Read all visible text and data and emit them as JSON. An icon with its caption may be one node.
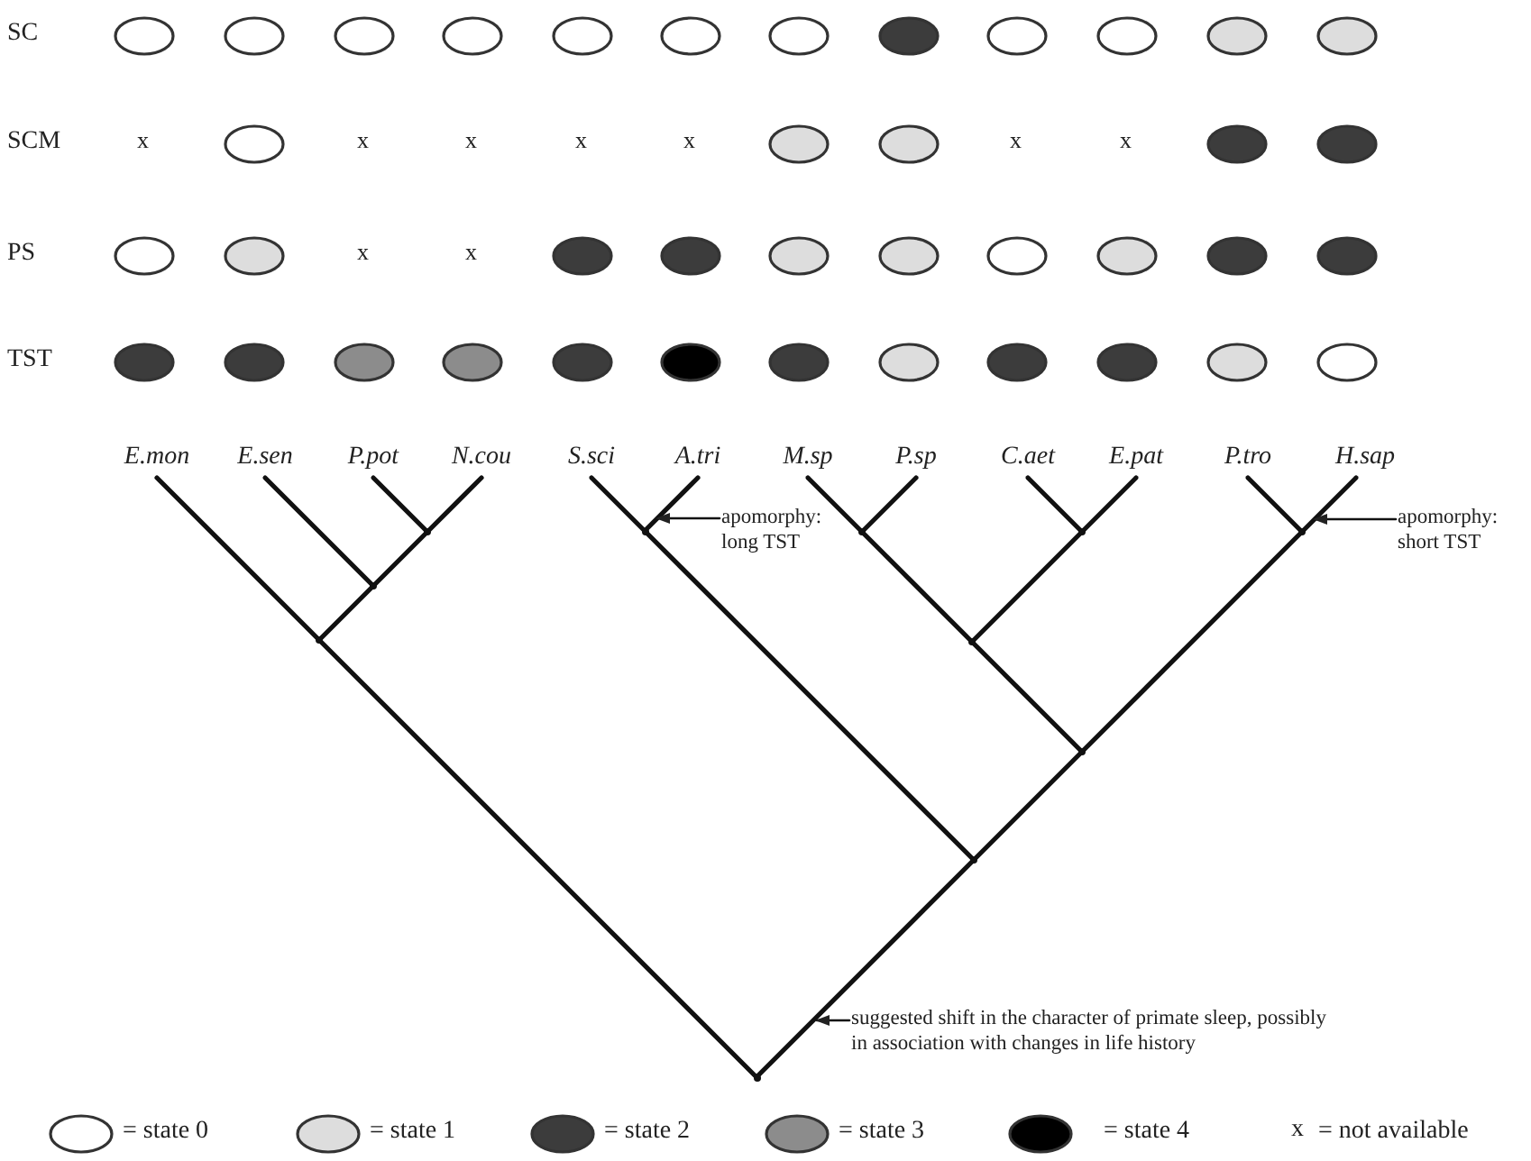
{
  "diagram": {
    "nodes": [
      {
        "text": [
          "E.mon"
        ]
      },
      {
        "text": [
          "E.sen"
        ]
      },
      {
        "text": [
          "P.pot"
        ]
      },
      {
        "text": [
          "N.cou"
        ]
      },
      {
        "text": [
          "S.sci"
        ]
      },
      {
        "text": [
          "A.tri"
        ]
      },
      {
        "text": [
          "M.sp"
        ]
      },
      {
        "text": [
          "P.sp"
        ]
      },
      {
        "text": [
          "C.aet"
        ]
      },
      {
        "text": [
          "E.pat"
        ]
      },
      {
        "text": [
          "P.tro"
        ]
      },
      {
        "text": [
          "H.sap"
        ]
      },
      {
        "text": [
          "apomorphy: long TST"
        ]
      },
      {
        "text": [
          "apomorphy: short TST"
        ]
      },
      {
        "text": [
          "suggested shift in the character of primate sleep, possibly in association with changes in life history"
        ]
      },
      {
        "text": [],
        "shape": "point"
      },
      {
        "text": [],
        "shape": "point"
      },
      {
        "text": [],
        "shape": "point"
      },
      {
        "text": [],
        "shape": "point"
      },
      {
        "text": [],
        "shape": "point"
      },
      {
        "text": [],
        "shape": "point"
      },
      {
        "text": [],
        "shape": "point"
      },
      {
        "text": [],
        "shape": "point"
      },
      {
        "text": [],
        "shape": "point"
      },
      {
        "text": [],
        "shape": "point"
      },
      {
        "text": [],
        "shape": "point"
      }
    ],
    "edges": [
      {
        "from": 19,
        "to": 15,
        "arrow": "none"
      },
      {
        "from": 19,
        "to": 22,
        "arrow": "none"
      },
      {
        "from": 15,
        "to": 0,
        "arrow": "none"
      },
      {
        "from": 15,
        "to": 16,
        "arrow": "none"
      },
      {
        "from": 16,
        "to": 1,
        "arrow": "none"
      },
      {
        "from": 16,
        "to": 17,
        "arrow": "none"
      },
      {
        "from": 17,
        "to": 2,
        "arrow": "none"
      },
      {
        "from": 17,
        "to": 3,
        "arrow": "none"
      },
      {
        "from": 22,
        "to": 18,
        "arrow": "none"
      },
      {
        "from": 22,
        "to": 24,
        "arrow": "none"
      },
      {
        "from": 18,
        "to": 4,
        "arrow": "none"
      },
      {
        "from": 18,
        "to": 5,
        "arrow": "none"
      },
      {
        "from": 24,
        "to": 21,
        "arrow": "none"
      },
      {
        "from": 24,
        "to": 25,
        "arrow": "none"
      },
      {
        "from": 21,
        "to": 20,
        "arrow": "none"
      },
      {
        "from": 21,
        "to": 23,
        "arrow": "none"
      },
      {
        "from": 20,
        "to": 6,
        "arrow": "none"
      },
      {
        "from": 20,
        "to": 7,
        "arrow": "none"
      },
      {
        "from": 23,
        "to": 8,
        "arrow": "none"
      },
      {
        "from": 23,
        "to": 9,
        "arrow": "none"
      },
      {
        "from": 25,
        "to": 10,
        "arrow": "none"
      },
      {
        "from": 25,
        "to": 11,
        "arrow": "none"
      },
      {
        "from": 12,
        "to": 18,
        "arrow": "to"
      },
      {
        "from": 13,
        "to": 25,
        "arrow": "to"
      },
      {
        "from": 14,
        "to": null,
        "arrow": "to"
      }
    ],
    "labels": [
      "SC",
      "SCM",
      "x",
      "x",
      "x",
      "x",
      "x",
      "x",
      "x",
      "PS",
      "x",
      "x",
      "TST",
      "x"
    ],
    "legend": [
      {
        "text": "= state 0",
        "color": "#ffffff"
      },
      {
        "text": "= state 1",
        "color": "#dddddd"
      },
      {
        "text": "= state 2",
        "color": "#3c3c3c"
      },
      {
        "text": "= state 3",
        "color": "#8c8c8c"
      },
      {
        "text": "= state 4",
        "color": "#000000"
      },
      {
        "text": "= not available"
      }
    ]
  }
}
